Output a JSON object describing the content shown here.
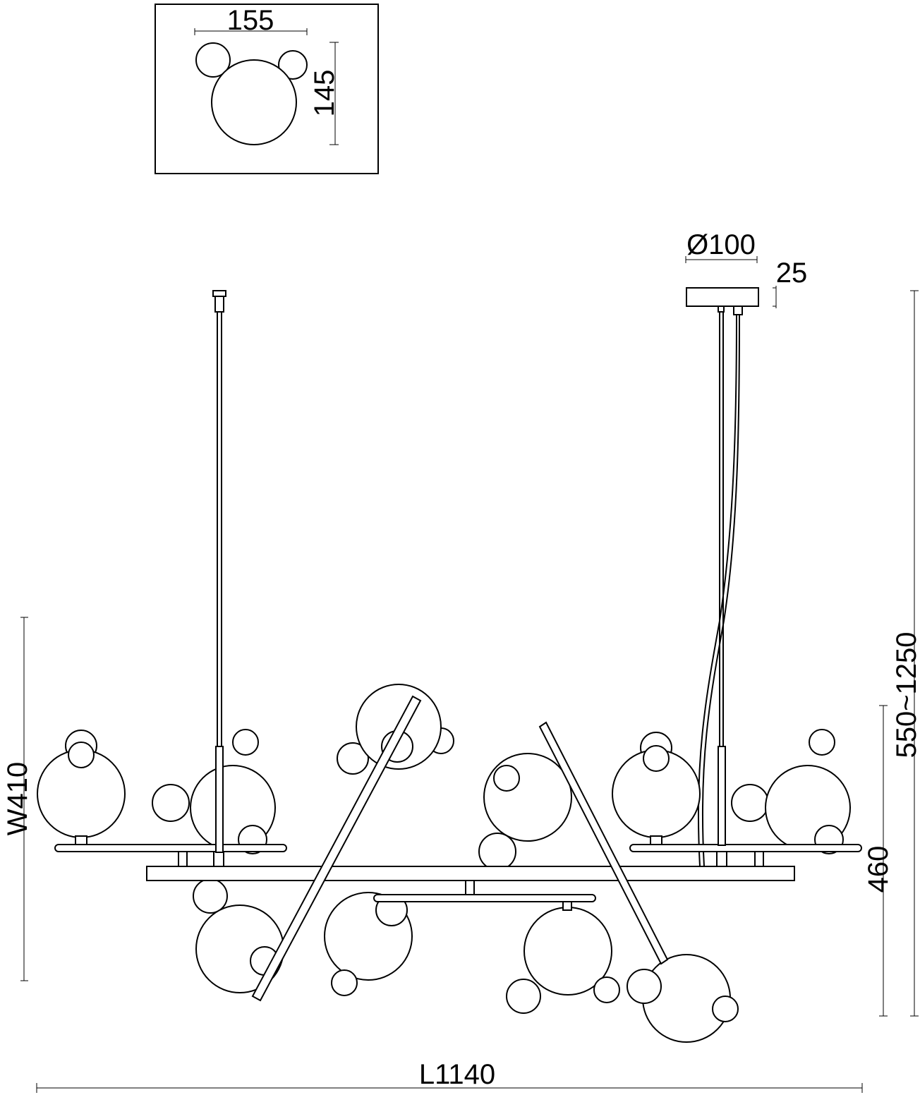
{
  "dimensions": {
    "glass_width": "155",
    "glass_height": "145",
    "canopy_diameter": "Ø100",
    "canopy_height": "25",
    "overall_height": "550~1250",
    "width": "W410",
    "body_height": "460",
    "length": "L1140"
  }
}
